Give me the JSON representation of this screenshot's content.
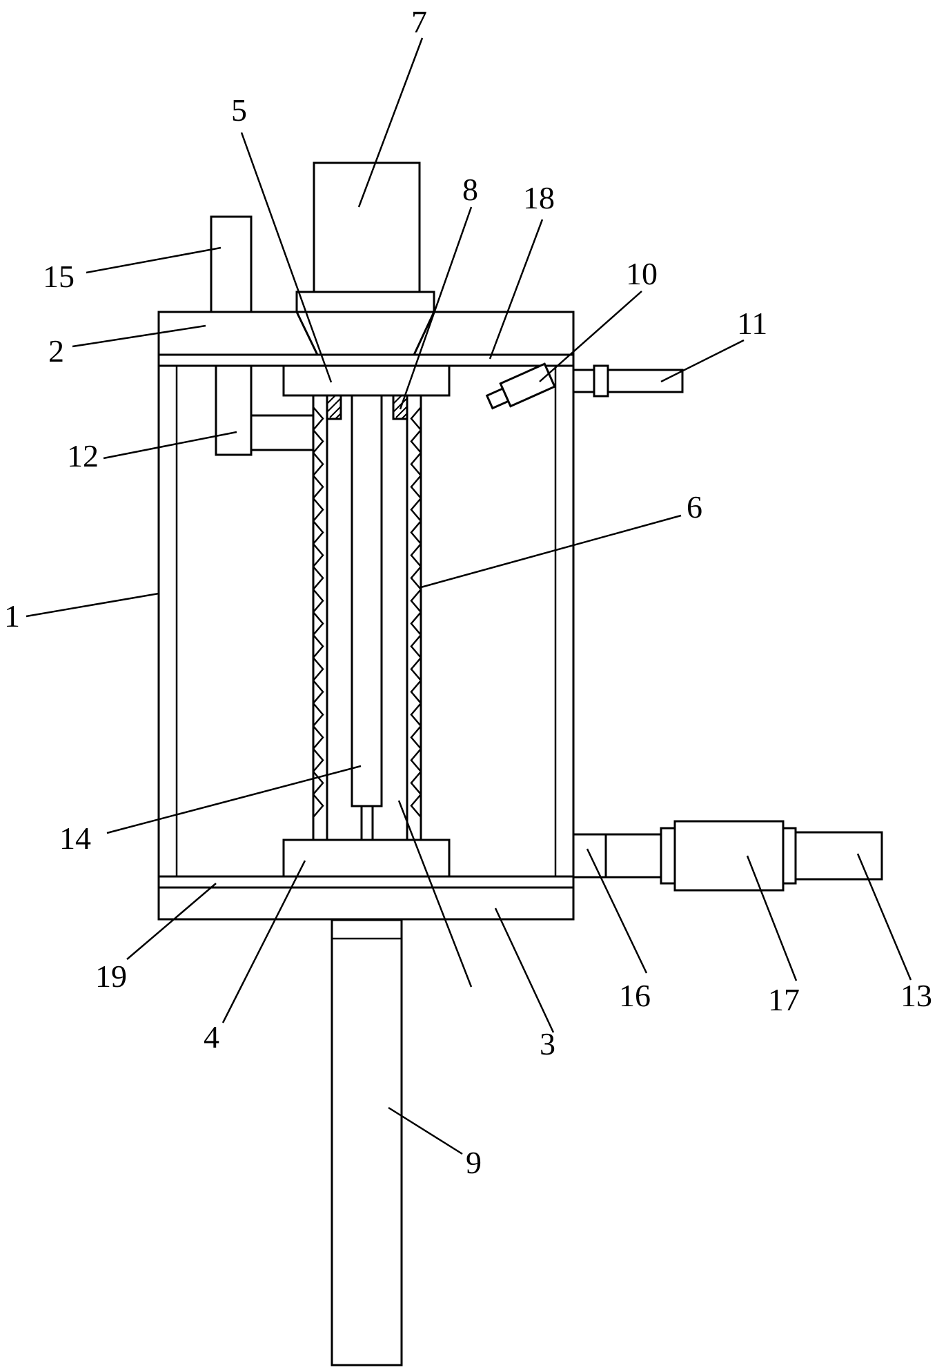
{
  "figure": {
    "callouts": [
      {
        "id": "1",
        "text": "1"
      },
      {
        "id": "2",
        "text": "2"
      },
      {
        "id": "3",
        "text": "3"
      },
      {
        "id": "4",
        "text": "4"
      },
      {
        "id": "5",
        "text": "5"
      },
      {
        "id": "6",
        "text": "6"
      },
      {
        "id": "7",
        "text": "7"
      },
      {
        "id": "8",
        "text": "8"
      },
      {
        "id": "9",
        "text": "9"
      },
      {
        "id": "10",
        "text": "10"
      },
      {
        "id": "11",
        "text": "11"
      },
      {
        "id": "12",
        "text": "12"
      },
      {
        "id": "13",
        "text": "13"
      },
      {
        "id": "14",
        "text": "14"
      },
      {
        "id": "15",
        "text": "15"
      },
      {
        "id": "16",
        "text": "16"
      },
      {
        "id": "17",
        "text": "17"
      },
      {
        "id": "18",
        "text": "18"
      },
      {
        "id": "19",
        "text": "19"
      }
    ],
    "colors": {
      "line": "#000000",
      "background": "#ffffff"
    }
  }
}
